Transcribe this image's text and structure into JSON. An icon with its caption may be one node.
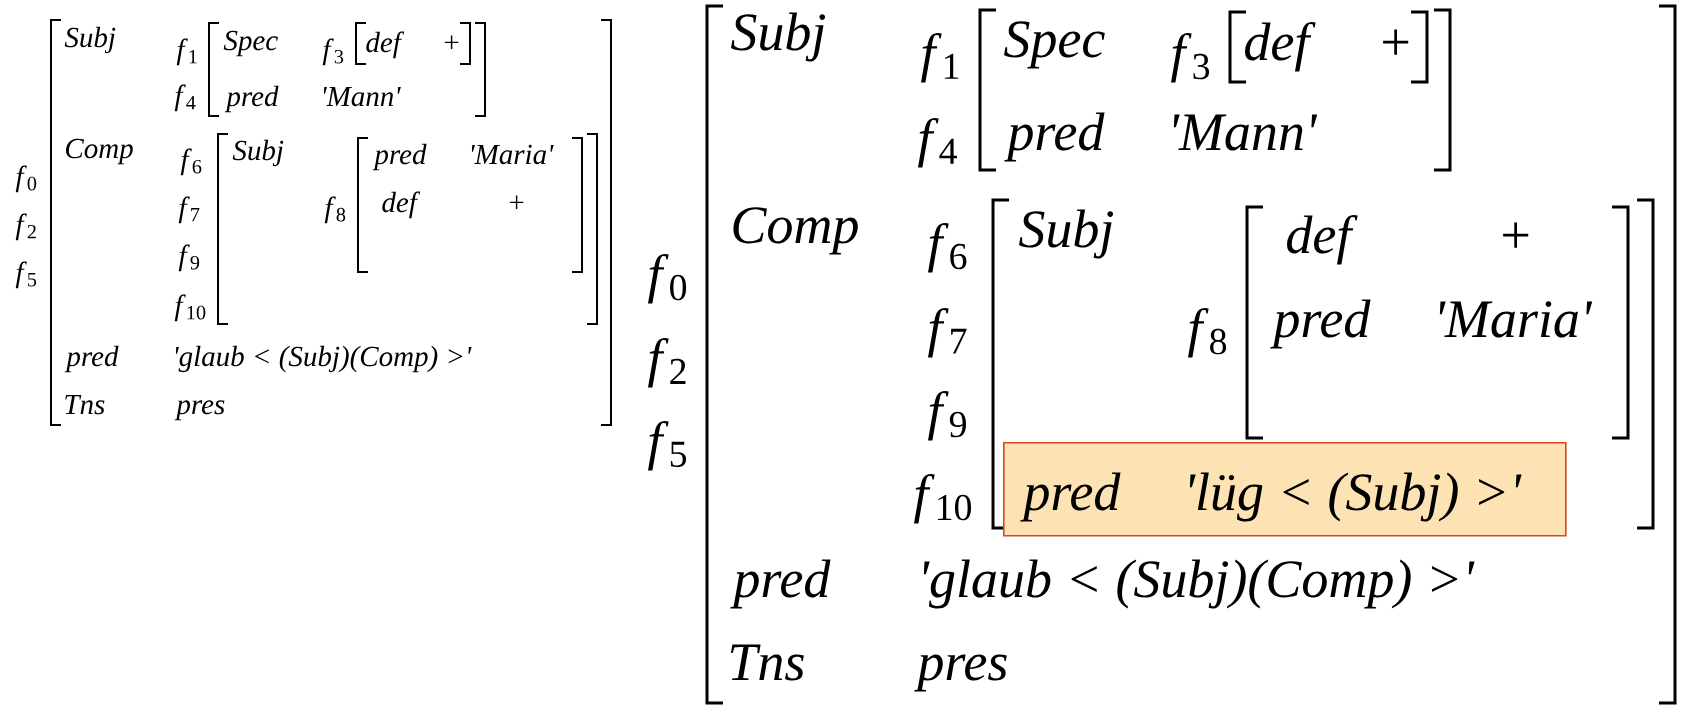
{
  "diagram": {
    "nodes": [
      {
        "text": [
          "pred",
          "'lüg < (Subj) >'"
        ]
      }
    ],
    "labels": [
      "Subj",
      "*f*$_{1}$",
      "Spec",
      "*f*$_{3}$",
      "def",
      "+",
      "*f*$_{4}$",
      "pred",
      "'Mann'",
      "Comp",
      "*f*$_{6}$",
      "Subj",
      "pred",
      "'Maria'",
      "*f*$_{0}$",
      "*f*$_{7}$",
      "*f*$_{8}$",
      "def",
      "+",
      "*f*$_{2}$",
      "*f*$_{9}$",
      "*f*$_{5}$",
      "*f*$_{10}$",
      "pred",
      "'glaub < (Subj)(Comp) >'",
      "Tns",
      "pres",
      "Subj",
      "*f*$_{1}$",
      "Spec",
      "*f*$_{3}$",
      "def",
      "+",
      "*f*$_{4}$",
      "pred",
      "'Mann'",
      "Comp",
      "*f*$_{6}$",
      "Subj",
      "def",
      "+",
      "*f*$_{0}$",
      "*f*$_{7}$",
      "*f*$_{8}$",
      "pred",
      "'Maria'",
      "*f*$_{2}$",
      "*f*$_{9}$",
      "*f*$_{5}$",
      "*f*$_{10}$",
      "pred",
      "'glaub < (Subj)(Comp) >'",
      "Tns",
      "pres"
    ]
  }
}
